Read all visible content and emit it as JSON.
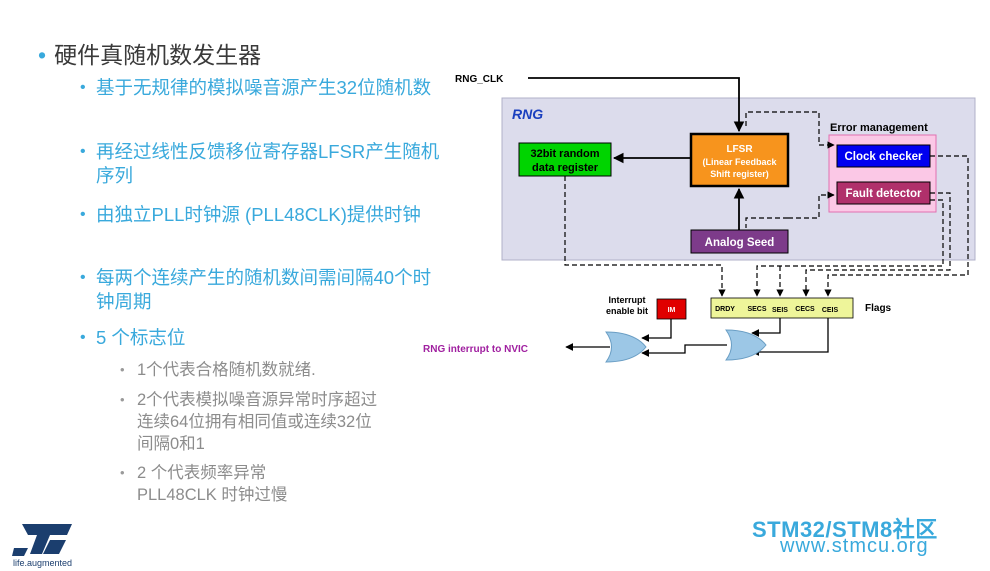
{
  "slide": {
    "title": "硬件真随机数发生器",
    "points": [
      "基于无规律的模拟噪音源产生32位随机数",
      "再经过线性反馈移位寄存器LFSR产生随机序列",
      "由独立PLL时钟源 (PLL48CLK)提供时钟",
      "每两个连续产生的随机数间需间隔40个时钟周期",
      "5 个标志位"
    ],
    "subpoints": [
      "1个代表合格随机数就绪.",
      "2个代表模拟噪音源异常时序超过连续64位拥有相同值或连续32位间隔0和1",
      "2 个代表频率异常PLL48CLK 时钟过慢"
    ]
  },
  "diagram": {
    "rng_clk": "RNG_CLK",
    "rng_label": "RNG",
    "lfsr_title": "LFSR",
    "lfsr_sub1": "(Linear Feedback",
    "lfsr_sub2": "Shift register)",
    "data_reg_1": "32bit random",
    "data_reg_2": "data register",
    "error_mgmt": "Error management",
    "clock_checker": "Clock checker",
    "fault_detector": "Fault detector",
    "analog_seed": "Analog Seed",
    "interrupt_enable_1": "Interrupt",
    "interrupt_enable_2": "enable bit",
    "im": "IM",
    "flags": [
      "DRDY",
      "SECS",
      "SEIS",
      "CECS",
      "CEIS"
    ],
    "flags_label": "Flags",
    "nvic": "RNG interrupt to NVIC"
  },
  "brand": {
    "line1": "STM32/STM8社区",
    "line2": "www.stmcu.org",
    "logo_tagline": "life.augmented"
  },
  "colors": {
    "accent": "#39a9dc",
    "rng_bg": "#dcdcec",
    "lfsr": "#f7941d",
    "data_reg": "#00d400",
    "error_bg": "#fbc8e6",
    "clock_checker": "#0000f0",
    "fault_detector": "#b0306b",
    "analog_seed": "#7d3b8a",
    "im": "#e00000",
    "flags_bg": "#eef59a",
    "or_gate": "#9cc7e6",
    "nvic": "#a020a0"
  }
}
